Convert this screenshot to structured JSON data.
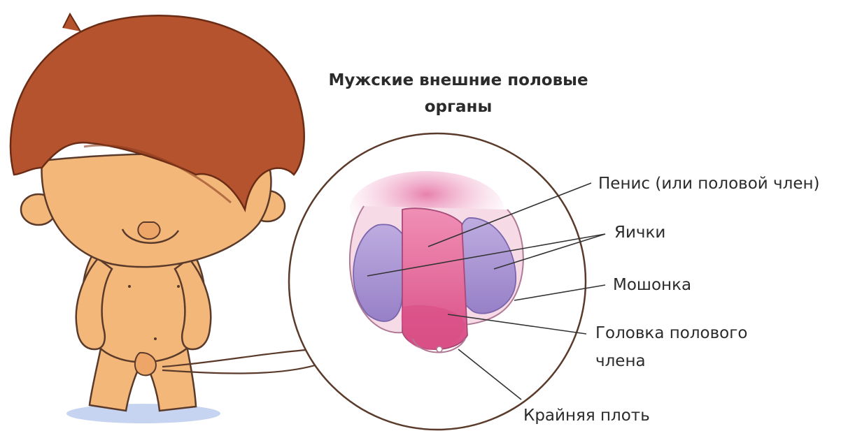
{
  "diagram": {
    "title_line1": "Мужские внешние половые",
    "title_line2": "органы",
    "labels": {
      "penis": "Пенис (или половой член)",
      "testicles": "Яички",
      "scrotum": "Мошонка",
      "glans_line1": "Головка полового",
      "glans_line2": "члена",
      "foreskin": "Крайняя плоть"
    },
    "colors": {
      "hair": "#b5532f",
      "skin": "#f3b77a",
      "outline": "#5a3a2a",
      "testicle": "#a58fd1",
      "penis": "#e7709a",
      "line": "#333333"
    }
  }
}
